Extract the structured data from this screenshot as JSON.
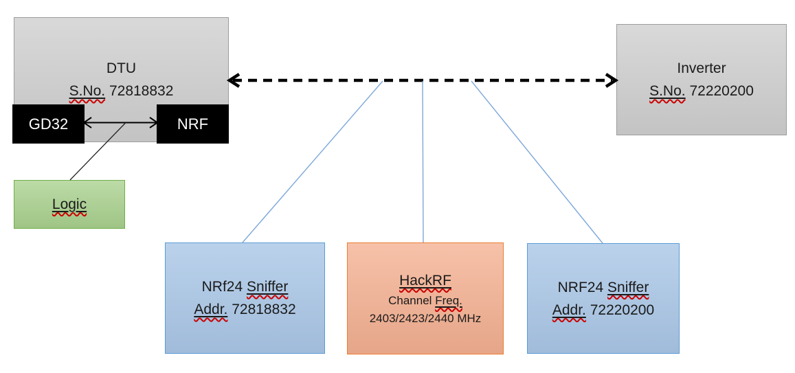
{
  "colors": {
    "box_gray": "#cecece",
    "gray_border": "#9c9c9c",
    "black": "#000000",
    "green_fill": "#a9d18e",
    "green_border": "#70ad47",
    "blue_fill": "#a9c6e6",
    "blue_border": "#5b9bd5",
    "orange_fill": "#f4b091",
    "orange_border": "#ed7d31",
    "connector_blue": "#7da7d9",
    "squiggle_red": "#cc0000"
  },
  "dtu": {
    "title": "DTU",
    "serial_label": "S.No.",
    "serial_number": "72818832",
    "gd32_label": "GD32",
    "nrf_label": "NRF"
  },
  "inverter": {
    "title": "Inverter",
    "serial_label": "S.No.",
    "serial_number": "72220200"
  },
  "logic": {
    "label": "Logic"
  },
  "sniffers": [
    {
      "name_prefix": "NRf24",
      "name_flag": "Sniffer",
      "addr_label": "Addr.",
      "address": "72818832"
    },
    {
      "name_prefix": "NRF24",
      "name_flag": "Sniffer",
      "addr_label": "Addr.",
      "address": "72220200"
    }
  ],
  "hackrf": {
    "title": "HackRF",
    "channel_prefix": "Channel",
    "channel_flag": "Freq.",
    "frequencies": "2403/2423/2440 MHz"
  }
}
